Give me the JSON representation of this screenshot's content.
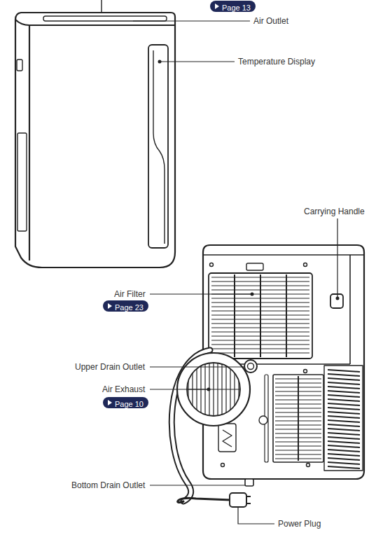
{
  "diagram": {
    "nodes": [
      {
        "text": [
          "Page 13"
        ]
      },
      {
        "text": [
          "Page 23"
        ]
      },
      {
        "text": [
          "Page 10"
        ]
      }
    ],
    "labels": [
      "Air Outlet",
      "Temperature Display",
      "Carrying Handle",
      "Air Filter",
      "Upper Drain Outlet",
      "Air Exhaust",
      "Bottom Drain Outlet",
      "Power Plug"
    ]
  }
}
